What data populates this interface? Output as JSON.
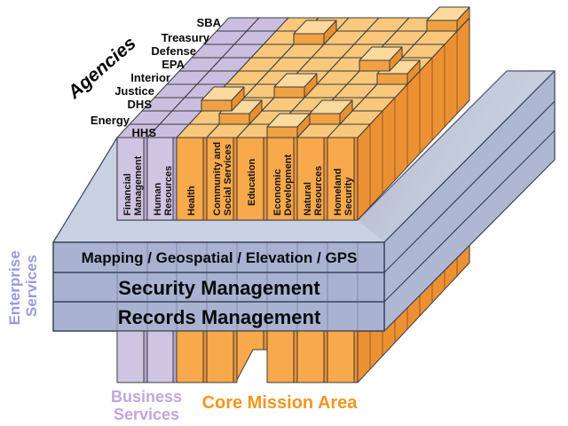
{
  "agencies_title": "Agencies",
  "agencies": [
    "SBA",
    "Treasury",
    "Defense",
    "EPA",
    "Interior",
    "Justice",
    "DHS",
    "Energy",
    "HHS"
  ],
  "columns": [
    {
      "name": "Financial Management",
      "group": "business",
      "lines": [
        "Financial",
        "Management"
      ]
    },
    {
      "name": "Human Resources",
      "group": "business",
      "lines": [
        "Human",
        "Resources"
      ]
    },
    {
      "name": "Health",
      "group": "core",
      "lines": [
        "Health"
      ]
    },
    {
      "name": "Community and Social Services",
      "group": "core",
      "lines": [
        "Community and",
        "Social Services"
      ]
    },
    {
      "name": "Education",
      "group": "core",
      "lines": [
        "Education"
      ]
    },
    {
      "name": "Economic Development",
      "group": "core",
      "lines": [
        "Economic",
        "Development"
      ]
    },
    {
      "name": "Natural Resources",
      "group": "core",
      "lines": [
        "Natural",
        "Resources"
      ]
    },
    {
      "name": "Homeland Security",
      "group": "core",
      "lines": [
        "Homeland",
        "Security"
      ]
    }
  ],
  "enterprise_layers": [
    "Mapping / Geospatial / Elevation / GPS",
    "Security Management",
    "Records Management"
  ],
  "side_labels": {
    "enterprise_lines": [
      "Enterprise",
      "Services"
    ],
    "business_lines": [
      "Business",
      "Services"
    ],
    "core": "Core Mission Area"
  },
  "raised_cells": [
    {
      "agency": "HHS",
      "area": "Economic Development"
    },
    {
      "agency": "Energy",
      "area": "Community and Social Services"
    },
    {
      "agency": "Energy",
      "area": "Natural Resources"
    },
    {
      "agency": "DHS",
      "area": "Health"
    },
    {
      "agency": "Justice",
      "area": "Education"
    },
    {
      "agency": "Interior",
      "area": "Homeland Security"
    },
    {
      "agency": "EPA",
      "area": "Natural Resources"
    },
    {
      "agency": "Treasury",
      "area": "Community and Social Services"
    },
    {
      "agency": "SBA",
      "area": "Homeland Security"
    }
  ],
  "colors": {
    "business_front": "#cfc5e2",
    "business_side": "#b2a6cf",
    "business_top": "#cabfe0",
    "core_front": "#f8a94b",
    "core_side": "#ec9133",
    "core_top": "#f9c87d",
    "raised_front": "#f0a143",
    "raised_top": "#fcd99c",
    "raised_side": "#e8912f",
    "slab_front": "#a9b3d1",
    "slab_top": "#c9d1e3",
    "slab_side": "#aeb8d2",
    "slab_line": "#39435e",
    "outline": "#3c3c3c",
    "enterprise_label": "#9a99e2",
    "business_label": "#c2a4e2",
    "core_label": "#f5951d"
  }
}
